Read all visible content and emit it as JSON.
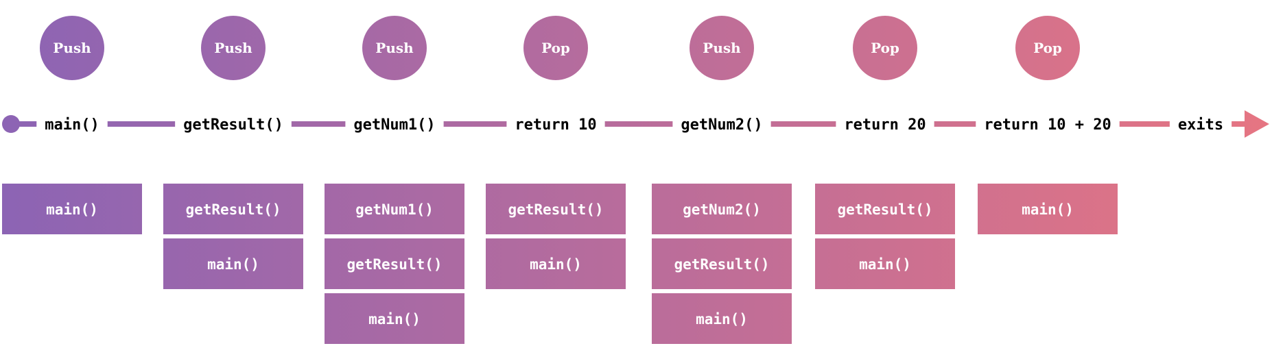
{
  "colors": {
    "gradient_start": "#8c64b4",
    "gradient_end": "#e67582",
    "step_text": "#000000",
    "op_text": "#ffffff",
    "frame_text": "#ffffff"
  },
  "timeline": {
    "end_label": "exits",
    "steps": [
      {
        "label": "main()",
        "operation": "Push",
        "stack": [
          "main()"
        ]
      },
      {
        "label": "getResult()",
        "operation": "Push",
        "stack": [
          "getResult()",
          "main()"
        ]
      },
      {
        "label": "getNum1()",
        "operation": "Push",
        "stack": [
          "getNum1()",
          "getResult()",
          "main()"
        ]
      },
      {
        "label": "return 10",
        "operation": "Pop",
        "stack": [
          "getResult()",
          "main()"
        ]
      },
      {
        "label": "getNum2()",
        "operation": "Push",
        "stack": [
          "getNum2()",
          "getResult()",
          "main()"
        ]
      },
      {
        "label": "return 20",
        "operation": "Pop",
        "stack": [
          "getResult()",
          "main()"
        ]
      },
      {
        "label": "return 10 + 20",
        "operation": "Pop",
        "stack": [
          "main()"
        ]
      }
    ]
  }
}
